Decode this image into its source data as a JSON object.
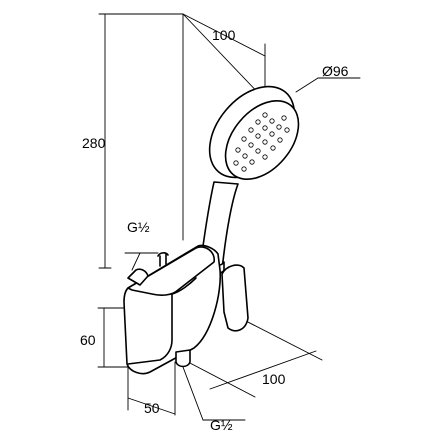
{
  "drawing": {
    "description_labels": {
      "dim_width_top": "100",
      "dim_head_diameter": "Ø96",
      "dim_height": "280",
      "dim_thread_left": "G½",
      "dim_height_bracket": "60",
      "dim_depth_bracket": "100",
      "dim_width_bracket": "50",
      "dim_thread_bottom": "G½"
    }
  }
}
